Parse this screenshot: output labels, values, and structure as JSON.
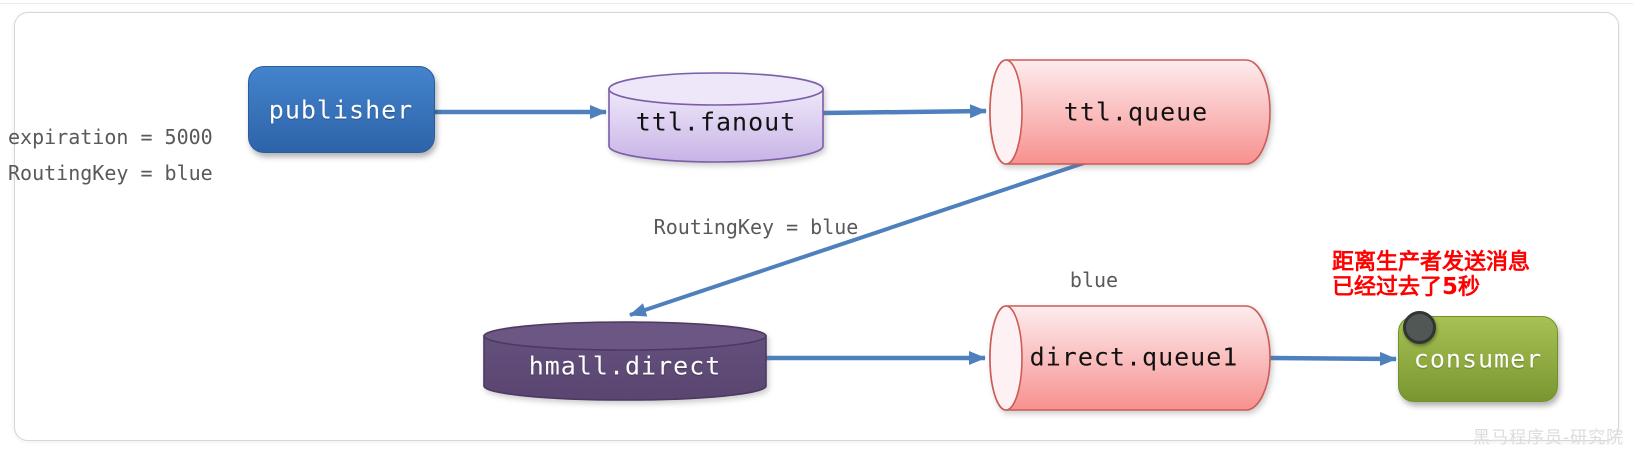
{
  "diagram": {
    "nodes": {
      "publisher": {
        "label": "publisher",
        "type": "producer"
      },
      "ttl_fanout": {
        "label": "ttl.fanout",
        "type": "exchange"
      },
      "ttl_queue": {
        "label": "ttl.queue",
        "type": "queue"
      },
      "hmall_direct": {
        "label": "hmall.direct",
        "type": "exchange"
      },
      "direct_queue1": {
        "label": "direct.queue1",
        "type": "queue"
      },
      "consumer": {
        "label": "consumer",
        "type": "consumer"
      }
    },
    "annotations": {
      "expiration": "expiration = 5000",
      "routing_key_publisher": "RoutingKey = blue",
      "routing_key_edge": "RoutingKey = blue",
      "binding_key": "blue",
      "note_line1": "距离生产者发送消息",
      "note_line2_prefix": "已经过去了",
      "note_line2_number": "5",
      "note_line2_suffix": "秒"
    },
    "watermark": "黑马程序员-研究院",
    "colors": {
      "arrow": "#4e80bd",
      "publisher_fill": "#3a78c2",
      "fanout_fill": "#cdbbe9",
      "queue_fill": "#f9a3a1",
      "direct_exchange_fill": "#604b78",
      "consumer_fill": "#8ba83f",
      "note_text": "#ff0000",
      "annotation_text": "#595959"
    }
  }
}
